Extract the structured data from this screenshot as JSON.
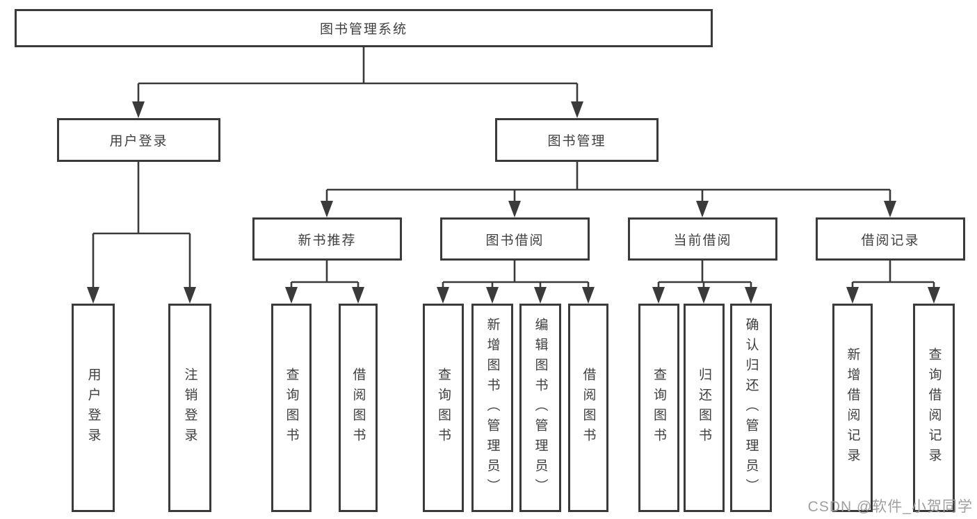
{
  "diagram": {
    "root": {
      "label": "图书管理系统",
      "children": [
        {
          "label": "用户登录",
          "children": [
            {
              "label": "用户登录"
            },
            {
              "label": "注销登录"
            }
          ]
        },
        {
          "label": "图书管理",
          "children": [
            {
              "label": "新书推荐",
              "children": [
                {
                  "label": "查询图书"
                },
                {
                  "label": "借阅图书"
                }
              ]
            },
            {
              "label": "图书借阅",
              "children": [
                {
                  "label": "查询图书"
                },
                {
                  "label": "新增图书（管理员）"
                },
                {
                  "label": "编辑图书（管理员）"
                },
                {
                  "label": "借阅图书"
                }
              ]
            },
            {
              "label": "当前借阅",
              "children": [
                {
                  "label": "查询图书"
                },
                {
                  "label": "归还图书"
                },
                {
                  "label": "确认归还（管理员）"
                }
              ]
            },
            {
              "label": "借阅记录",
              "children": [
                {
                  "label": "新增借阅记录"
                },
                {
                  "label": "查询借阅记录"
                }
              ]
            }
          ]
        }
      ]
    }
  },
  "watermark": {
    "text": "CSDN @软件_小贺同学"
  },
  "colors": {
    "line": "#3a3a3a",
    "text": "#3f3f3f",
    "watermark": "#9f9f9f",
    "background": "#ffffff"
  }
}
